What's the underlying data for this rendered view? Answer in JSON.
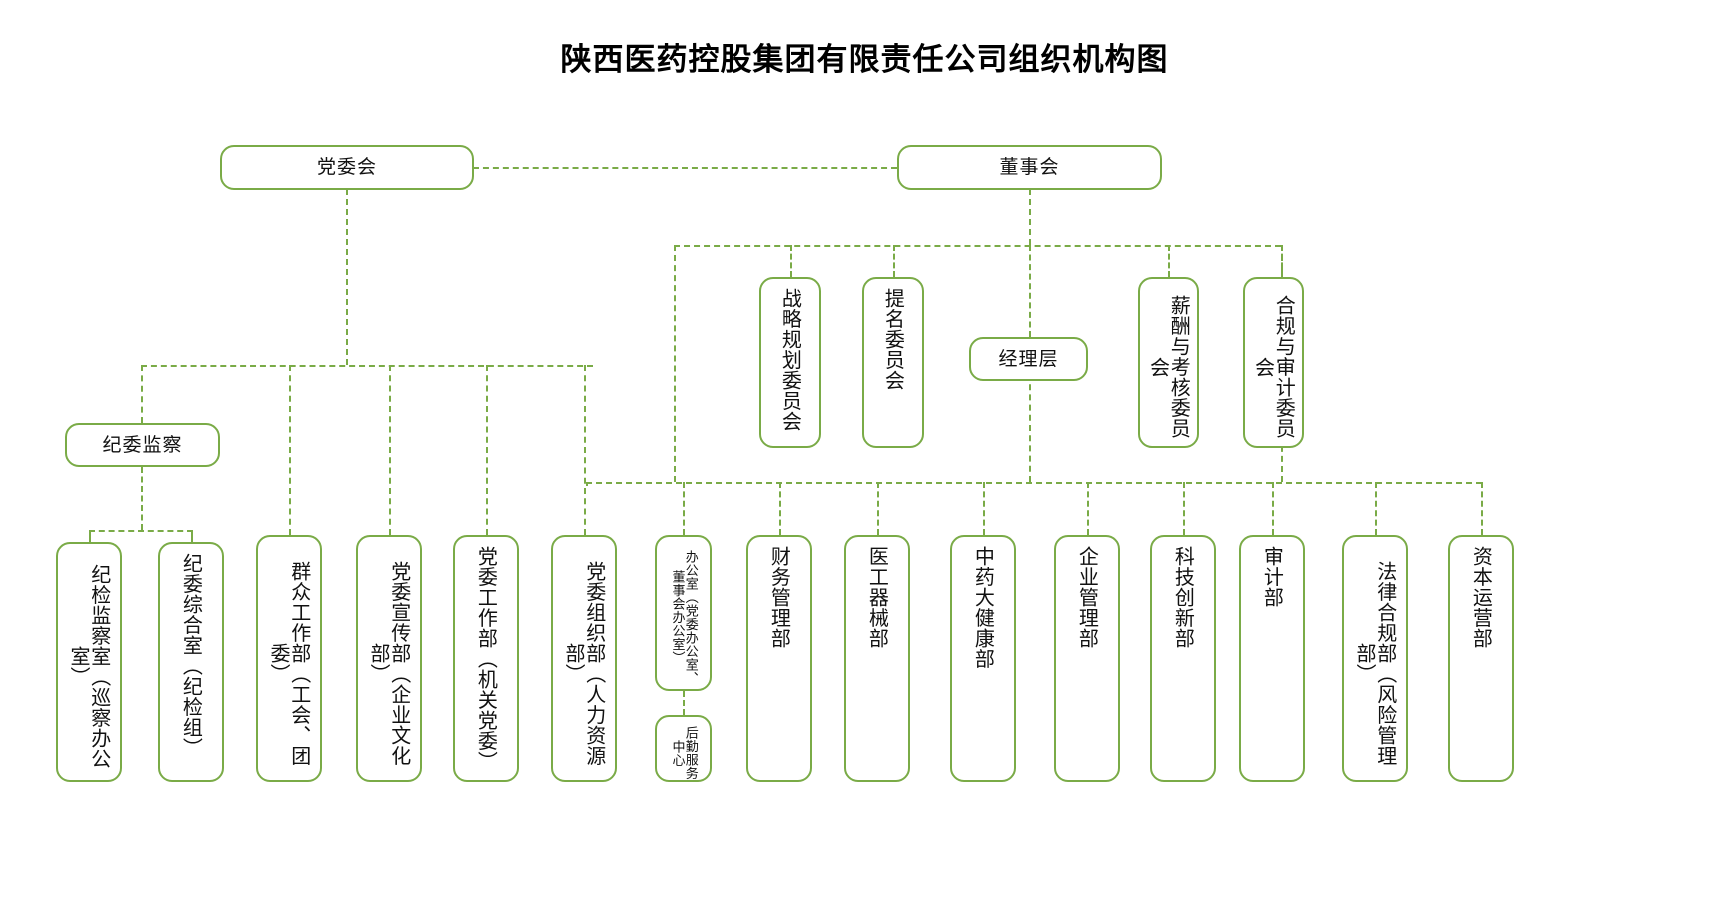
{
  "title": "陕西医药控股集团有限责任公司组织机构图",
  "theme": {
    "line_color": "#7aab47",
    "box_border": "#7aab47",
    "box_fill": "#ffffff",
    "text_color": "#111111",
    "background": "#ffffff"
  },
  "top_level": [
    {
      "id": "party-committee",
      "label": "党委会",
      "orientation": "horizontal"
    },
    {
      "id": "board-of-directors",
      "label": "董事会",
      "orientation": "horizontal"
    }
  ],
  "board_committees": [
    {
      "id": "strategy-planning-committee",
      "label": "战略规划委员会",
      "orientation": "vertical"
    },
    {
      "id": "nomination-committee",
      "label": "提名委员会",
      "orientation": "vertical"
    },
    {
      "id": "management-layer",
      "label": "经理层",
      "orientation": "horizontal"
    },
    {
      "id": "remuneration-appraisal-committee",
      "label": "薪酬与考核委员会",
      "orientation": "vertical"
    },
    {
      "id": "compliance-audit-committee",
      "label": "合规与审计委员会",
      "orientation": "vertical"
    }
  ],
  "discipline": {
    "id": "discipline-inspection",
    "label": "纪委监察",
    "orientation": "horizontal",
    "children": [
      {
        "id": "discipline-inspection-office",
        "label": "纪检监察室（巡察办公室）",
        "orientation": "vertical"
      },
      {
        "id": "discipline-general-office",
        "label": "纪委综合室（纪检组）",
        "orientation": "vertical"
      }
    ]
  },
  "departments": [
    {
      "id": "mass-work-department",
      "label": "群众工作部（工会、团委）",
      "orientation": "vertical",
      "parent": "party-committee"
    },
    {
      "id": "party-publicity-department",
      "label": "党委宣传部（企业文化部）",
      "orientation": "vertical",
      "parent": "party-committee"
    },
    {
      "id": "party-work-department",
      "label": "党委工作部（机关党委）",
      "orientation": "vertical",
      "parent": "party-committee"
    },
    {
      "id": "party-organization-department",
      "label": "党委组织部（人力资源部）",
      "orientation": "vertical",
      "parent": "party-committee"
    },
    {
      "id": "general-office",
      "label": "办公室（党委办公室、董事会办公室）",
      "orientation": "vertical",
      "parent": "management-layer"
    },
    {
      "id": "finance-management-department",
      "label": "财务管理部",
      "orientation": "vertical",
      "parent": "management-layer"
    },
    {
      "id": "medical-equipment-department",
      "label": "医工器械部",
      "orientation": "vertical",
      "parent": "management-layer"
    },
    {
      "id": "tcm-health-department",
      "label": "中药大健康部",
      "orientation": "vertical",
      "parent": "management-layer"
    },
    {
      "id": "enterprise-management-department",
      "label": "企业管理部",
      "orientation": "vertical",
      "parent": "management-layer"
    },
    {
      "id": "science-technology-innovation-department",
      "label": "科技创新部",
      "orientation": "vertical",
      "parent": "management-layer"
    },
    {
      "id": "audit-department",
      "label": "审计部",
      "orientation": "vertical",
      "parent": "management-layer"
    },
    {
      "id": "legal-compliance-department",
      "label": "法律合规部（风险管理部）",
      "orientation": "vertical",
      "parent": "management-layer"
    },
    {
      "id": "capital-operation-department",
      "label": "资本运营部",
      "orientation": "vertical",
      "parent": "management-layer"
    }
  ],
  "sub_departments": [
    {
      "id": "logistics-service-center",
      "label": "后勤服务中心",
      "orientation": "vertical",
      "parent": "general-office"
    }
  ]
}
